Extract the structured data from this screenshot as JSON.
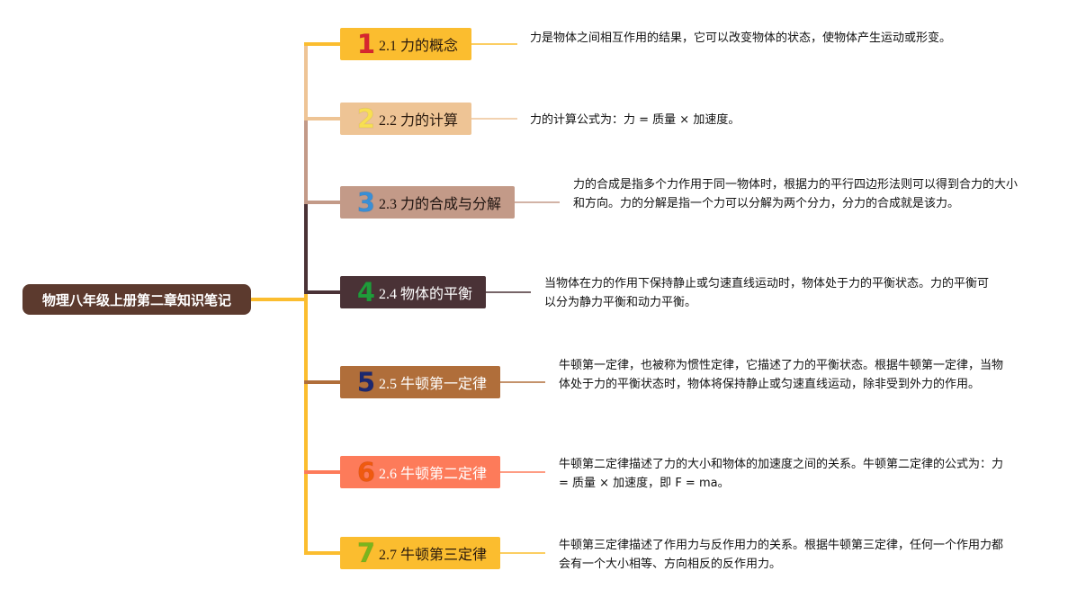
{
  "root": {
    "title": "物理八年级上册第二章知识笔记"
  },
  "branches": [
    {
      "number": "1",
      "title": "2.1 力的概念",
      "description": "力是物体之间相互作用的结果，它可以改变物体的状态，使物体产生运动或形变。",
      "colors": {
        "fill": "#fbbd2f",
        "text": "#2a1a0e",
        "number": "#d7262f",
        "line": "#fbbd2f"
      }
    },
    {
      "number": "2",
      "title": "2.2 力的计算",
      "description": "力的计算公式为：力 = 质量 × 加速度。",
      "colors": {
        "fill": "#eec495",
        "text": "#2a1a0e",
        "number": "#f8df52",
        "line": "#eec495"
      }
    },
    {
      "number": "3",
      "title": "2.3 力的合成与分解",
      "description": "力的合成是指多个力作用于同一物体时，根据力的平行四边形法则可以得到合力的大小和方向。力的分解是指一个力可以分解为两个分力，分力的合成就是该力。",
      "colors": {
        "fill": "#c39a88",
        "text": "#1e1410",
        "number": "#3a8fd6",
        "line": "#c39a88"
      }
    },
    {
      "number": "4",
      "title": "2.4 物体的平衡",
      "description": "当物体在力的作用下保持静止或匀速直线运动时，物体处于力的平衡状态。力的平衡可以分为静力平衡和动力平衡。",
      "colors": {
        "fill": "#4a3236",
        "text": "#ffffff",
        "number": "#1f9b3a",
        "line": "#4a3236"
      }
    },
    {
      "number": "5",
      "title": "2.5 牛顿第一定律",
      "description": "牛顿第一定律，也被称为惯性定律，它描述了力的平衡状态。根据牛顿第一定律，当物体处于力的平衡状态时，物体将保持静止或匀速直线运动，除非受到外力的作用。",
      "colors": {
        "fill": "#b06e3a",
        "text": "#ffffff",
        "number": "#1c2870",
        "line": "#b06e3a"
      }
    },
    {
      "number": "6",
      "title": "2.6 牛顿第二定律",
      "description": "牛顿第二定律描述了力的大小和物体的加速度之间的关系。牛顿第二定律的公式为：力 = 质量 × 加速度，即 F = ma。",
      "colors": {
        "fill": "#fd7b5a",
        "text": "#ffffff",
        "number": "#f05a0f",
        "line": "#fd7b5a"
      }
    },
    {
      "number": "7",
      "title": "2.7 牛顿第三定律",
      "description": "牛顿第三定律描述了作用力与反作用力的关系。根据牛顿第三定律，任何一个作用力都会有一个大小相等、方向相反的反作用力。",
      "colors": {
        "fill": "#fbbd2f",
        "text": "#2a1a0e",
        "number": "#7ab51d",
        "line": "#fbbd2f"
      }
    }
  ]
}
